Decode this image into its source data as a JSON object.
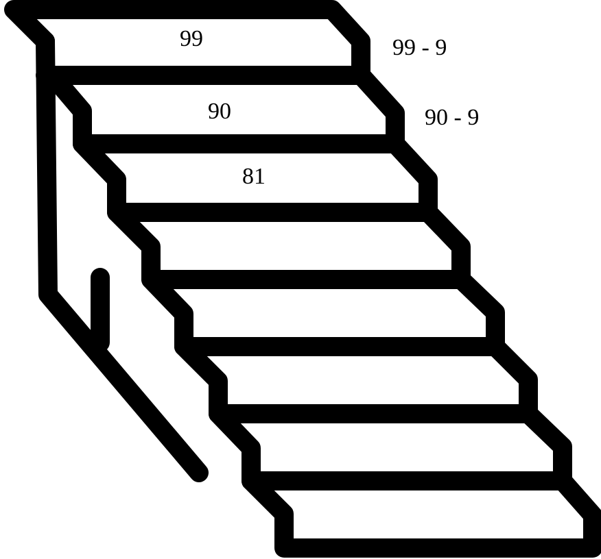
{
  "diagram": {
    "step_labels": [
      "99",
      "90",
      "81"
    ],
    "side_labels": [
      "99 - 9",
      "90 - 9"
    ],
    "step_count": 8,
    "colors": {
      "line": "#000000",
      "background": "#ffffff"
    }
  }
}
